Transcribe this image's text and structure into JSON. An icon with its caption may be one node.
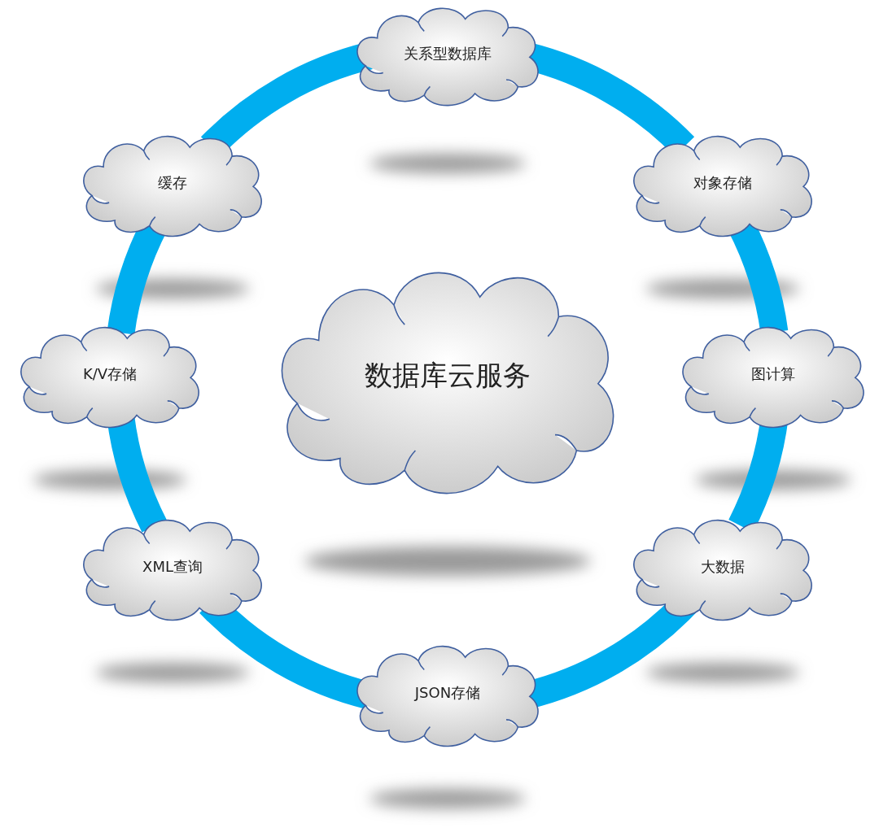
{
  "diagram": {
    "nodes": [
      {
        "text": [
          "数据库云服务"
        ]
      },
      {
        "text": [
          "关系型数据库"
        ]
      },
      {
        "text": [
          "对象存储"
        ]
      },
      {
        "text": [
          "图计算"
        ]
      },
      {
        "text": [
          "大数据"
        ]
      },
      {
        "text": [
          "JSON存储"
        ]
      },
      {
        "text": [
          "XML查询"
        ]
      },
      {
        "text": [
          "K/V存储"
        ]
      },
      {
        "text": [
          "缓存"
        ]
      }
    ],
    "edges": [
      {
        "from": 1,
        "to": 2,
        "arrow": "none"
      },
      {
        "from": 2,
        "to": 3,
        "arrow": "none"
      },
      {
        "from": 3,
        "to": 4,
        "arrow": "none"
      },
      {
        "from": 4,
        "to": 5,
        "arrow": "none"
      },
      {
        "from": 5,
        "to": 6,
        "arrow": "none"
      },
      {
        "from": 6,
        "to": 7,
        "arrow": "none"
      },
      {
        "from": 7,
        "to": 8,
        "arrow": "none"
      },
      {
        "from": 8,
        "to": 1,
        "arrow": "none"
      }
    ]
  }
}
